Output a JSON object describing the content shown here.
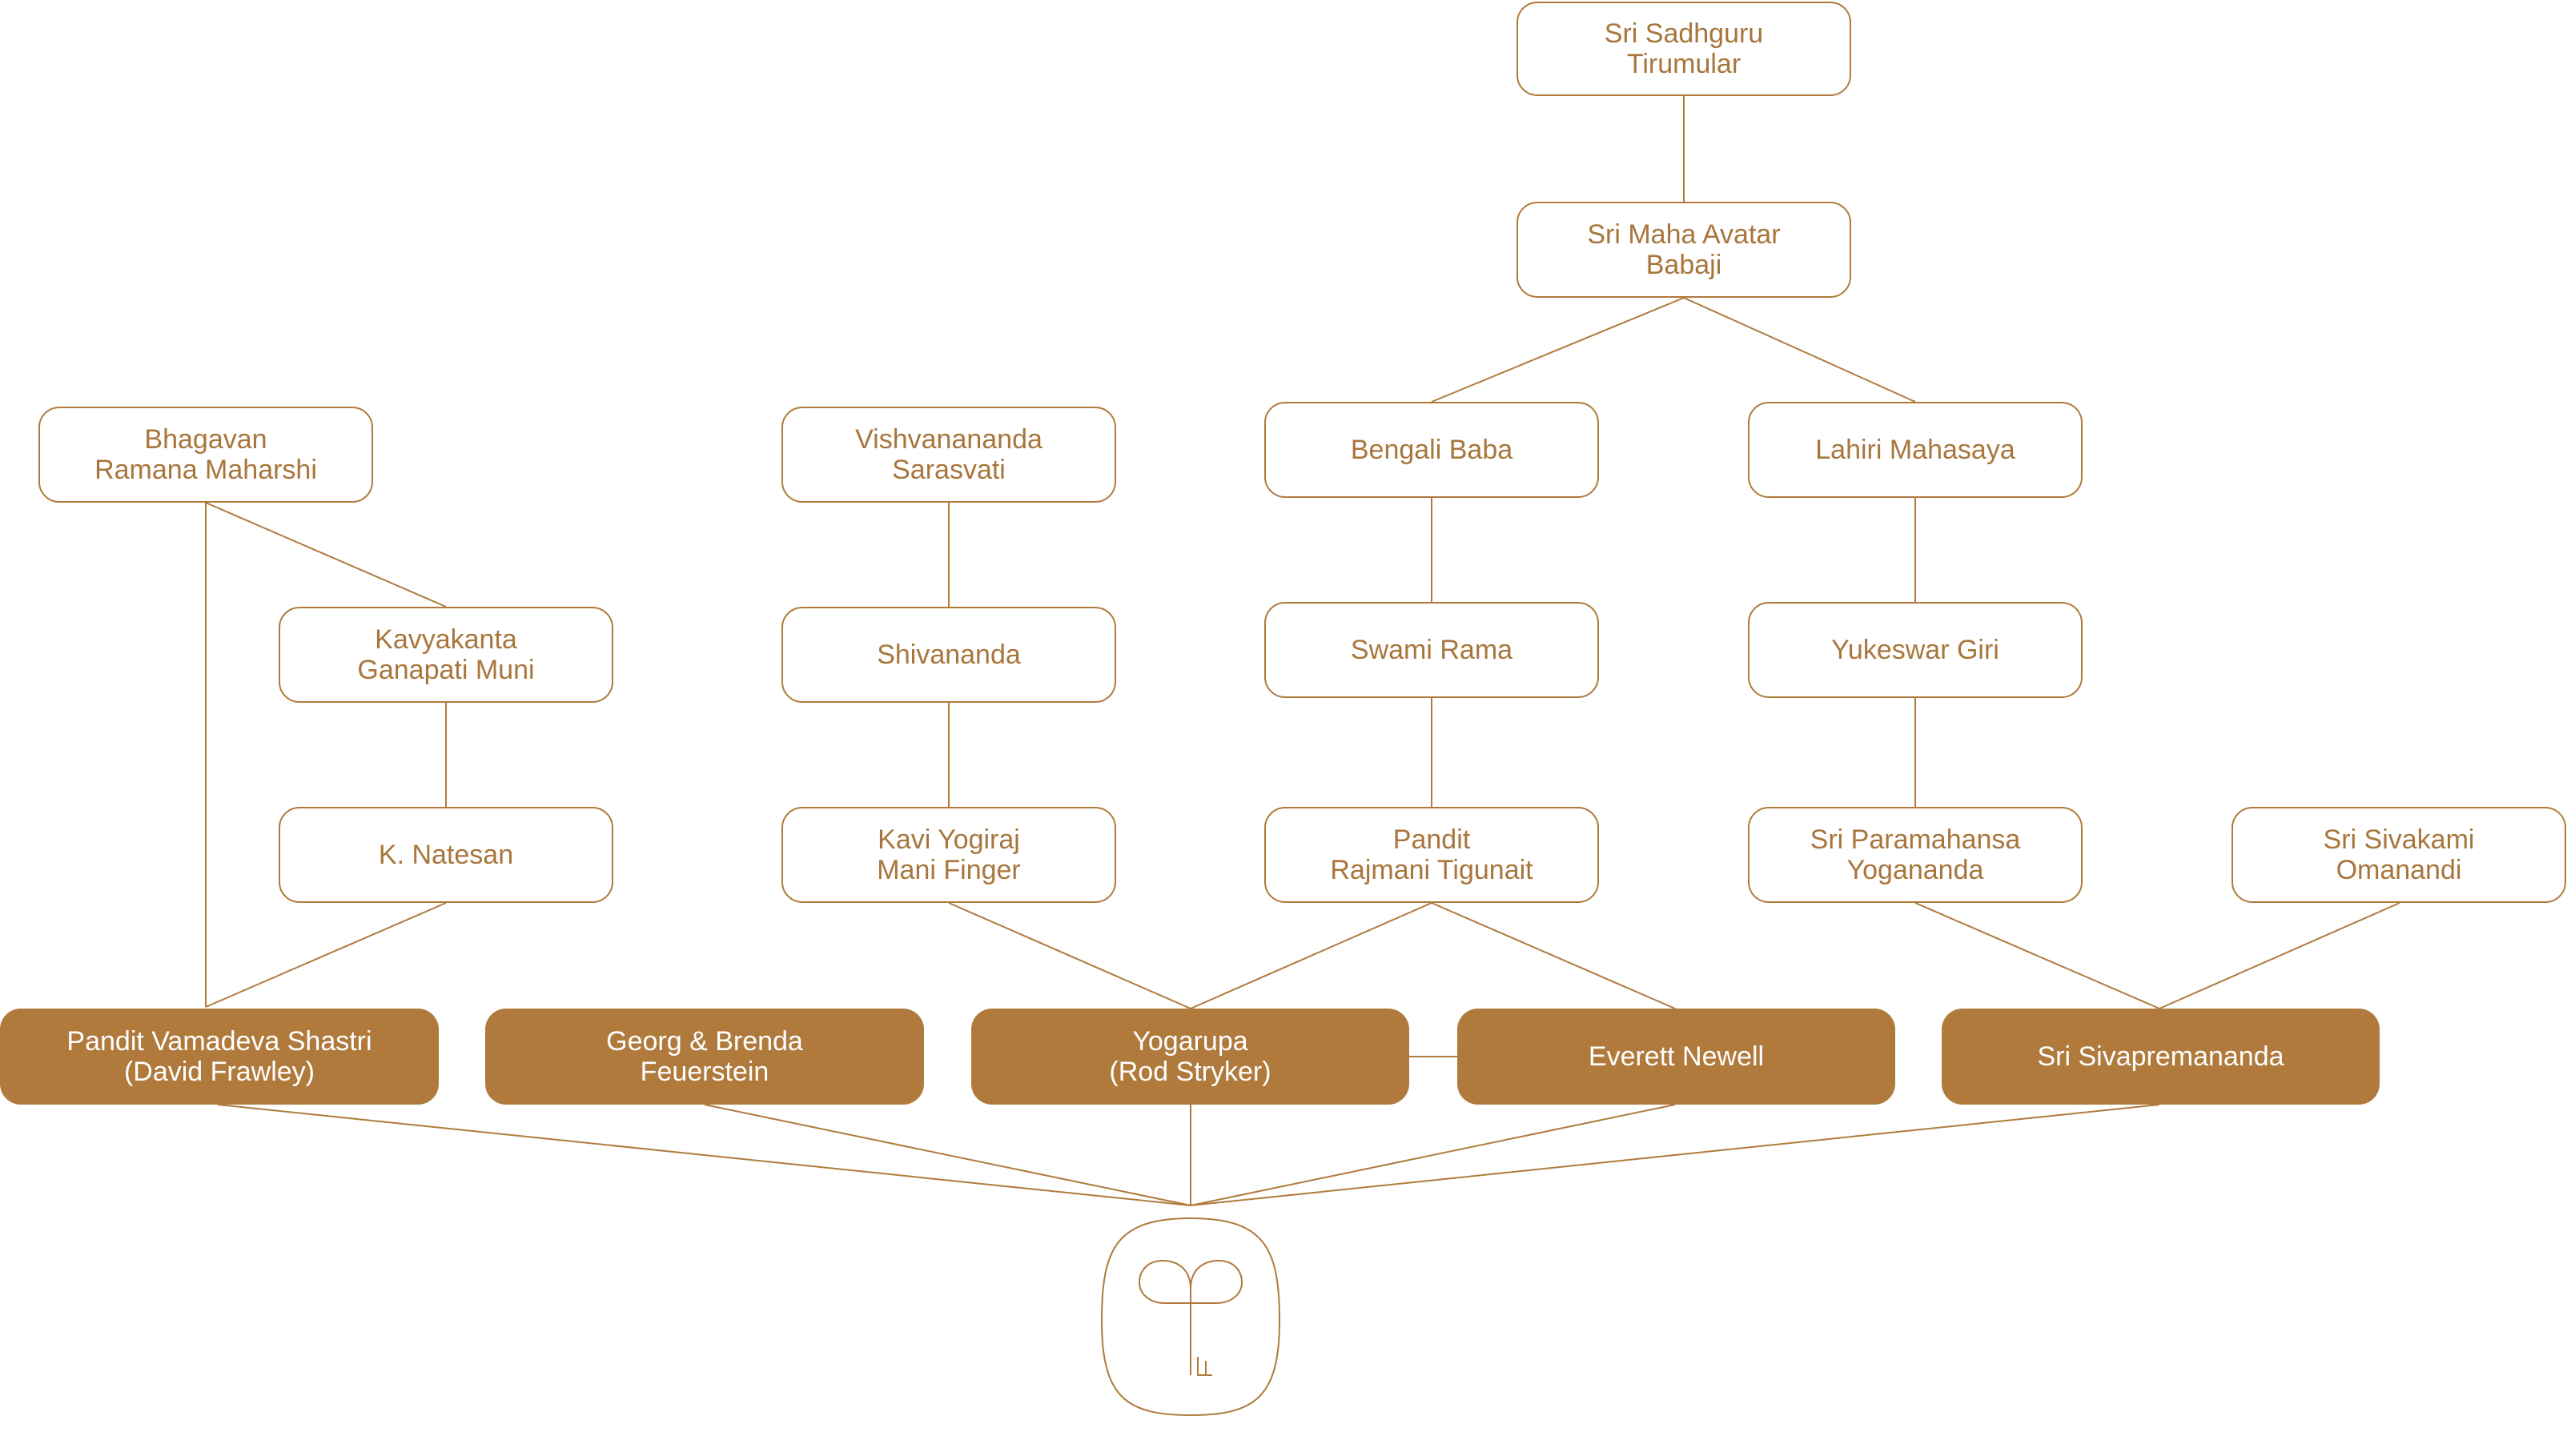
{
  "colors": {
    "line": "#b07a3c",
    "outline_text": "#a8763c",
    "fill": "#b07a3c",
    "fill_text": "#ffffff"
  },
  "nodes": {
    "tirumular": "Sri Sadhguru\nTirumular",
    "babaji": "Sri Maha Avatar\nBabaji",
    "ramana": "Bhagavan\nRamana Maharshi",
    "vishvanananda": "Vishvanananda\nSarasvati",
    "bengali": "Bengali Baba",
    "lahiri": "Lahiri Mahasaya",
    "kavyakanta": "Kavyakanta\nGanapati Muni",
    "shivananda": "Shivananda",
    "swami_rama": "Swami Rama",
    "yukeswar": "Yukeswar Giri",
    "natesan": "K. Natesan",
    "kavi": "Kavi Yogiraj\nMani Finger",
    "pandit_rajmani": "Pandit\nRajmani Tigunait",
    "yogananda": "Sri Paramahansa\nYogananda",
    "sivakami": "Sri Sivakami\nOmanandi",
    "frawley": "Pandit Vamadeva Shastri\n(David Frawley)",
    "feuerstein": "Georg & Brenda\nFeuerstein",
    "yogarupa": "Yogarupa\n(Rod Stryker)",
    "everett": "Everett Newell",
    "sivapremananda": "Sri Sivapremananda"
  },
  "logo": {
    "icon": "yogarupa-logo-icon"
  }
}
